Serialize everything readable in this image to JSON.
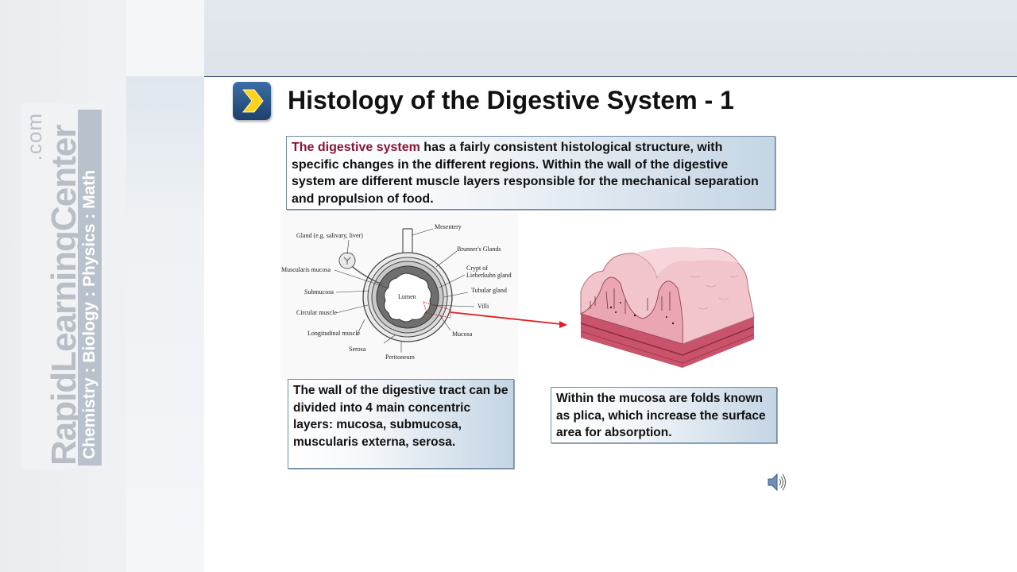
{
  "branding": {
    "domain_suffix": ".com",
    "name": "RapidLearningCenter",
    "subjects": "Chemistry : Biology : Physics : Math"
  },
  "slide": {
    "title": "Histology of the Digestive System - 1",
    "intro_highlight": "The digestive system",
    "intro_text": " has a fairly consistent histological structure, with specific changes in the different regions. Within the wall of the digestive system are different muscle layers responsible for the mechanical separation and propulsion of food.",
    "wall_text": "The wall of the digestive tract can be divided into 4 main concentric layers: mucosa, submucosa, muscularis externa, serosa.",
    "plica_text": "Within the mucosa are folds known as plica, which increase the surface area for absorption."
  },
  "diagram_labels": {
    "mesentery": "Mesentery",
    "gland": "Gland (e.g. salivary, liver)",
    "brunners": "Brunner's Glands",
    "crypt1": "Crypt of",
    "crypt2": "Lieberkuhn gland",
    "muscularis_mucosa": "Muscularis mucosa",
    "tubular_gland": "Tubular gland",
    "submucosa": "Submucosa",
    "lumen": "Lumen",
    "villi": "Villi",
    "circular_muscle": "Circular muscle",
    "longitudinal_muscle": "Longitudinal muscle",
    "mucosa": "Mucosa",
    "serosa": "Serosa",
    "peritoneum": "Peritoneum"
  },
  "icons": {
    "next": "arrow-right-icon",
    "audio": "speaker-icon"
  },
  "colors": {
    "highlight": "#8a1538",
    "title_bar_line": "#1d3f66",
    "pointer_arrow": "#e02020"
  }
}
